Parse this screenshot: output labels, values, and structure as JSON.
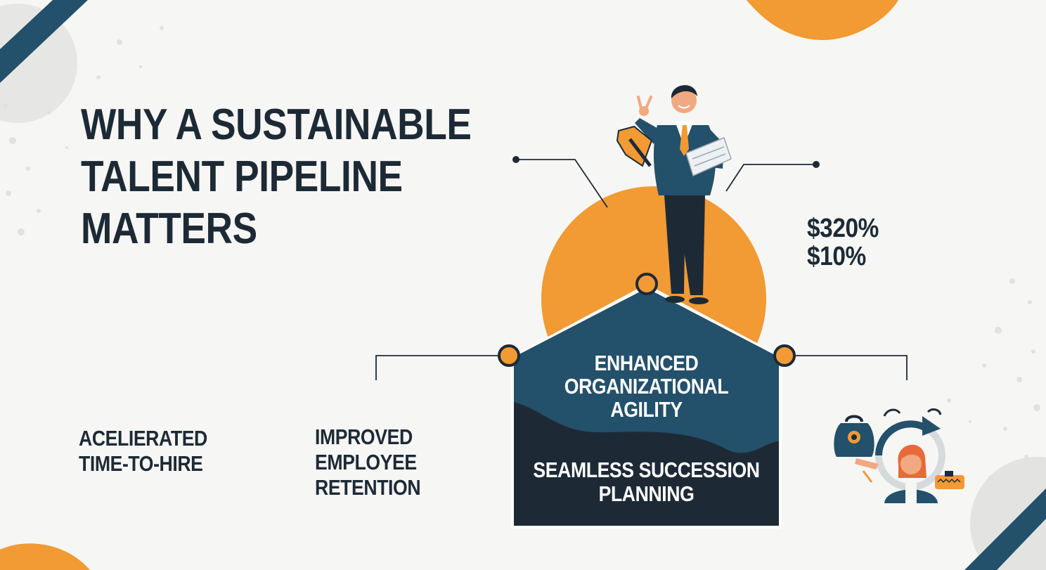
{
  "title": {
    "line1": "WHY A SUSTAINABLE",
    "line2": "TALENT PIPELINE",
    "line3": "MATTERS"
  },
  "stats": {
    "first": "$320%",
    "second": "$10%"
  },
  "house": {
    "top_label": [
      "ENHANCED",
      "ORGANIZATIONAL",
      "AGILITY"
    ],
    "bottom_label": [
      "SEAMLESS SUCCESSION",
      "PLANNING"
    ]
  },
  "benefits": {
    "time_to_hire": [
      "ACELIERATED",
      "TIME-TO-HIRE"
    ],
    "retention": [
      "IMPROVED",
      "EMPLOYEE",
      "RETENTION"
    ]
  },
  "colors": {
    "navy": "#1d2a36",
    "teal": "#23506a",
    "orange": "#f29a33",
    "background": "#f6f6f4"
  },
  "icons": [
    "person-on-house-illustration",
    "shield-icon",
    "document-icon",
    "handbag-icon",
    "refresh-cycle-icon",
    "woman-avatar-icon",
    "wallet-icon"
  ]
}
